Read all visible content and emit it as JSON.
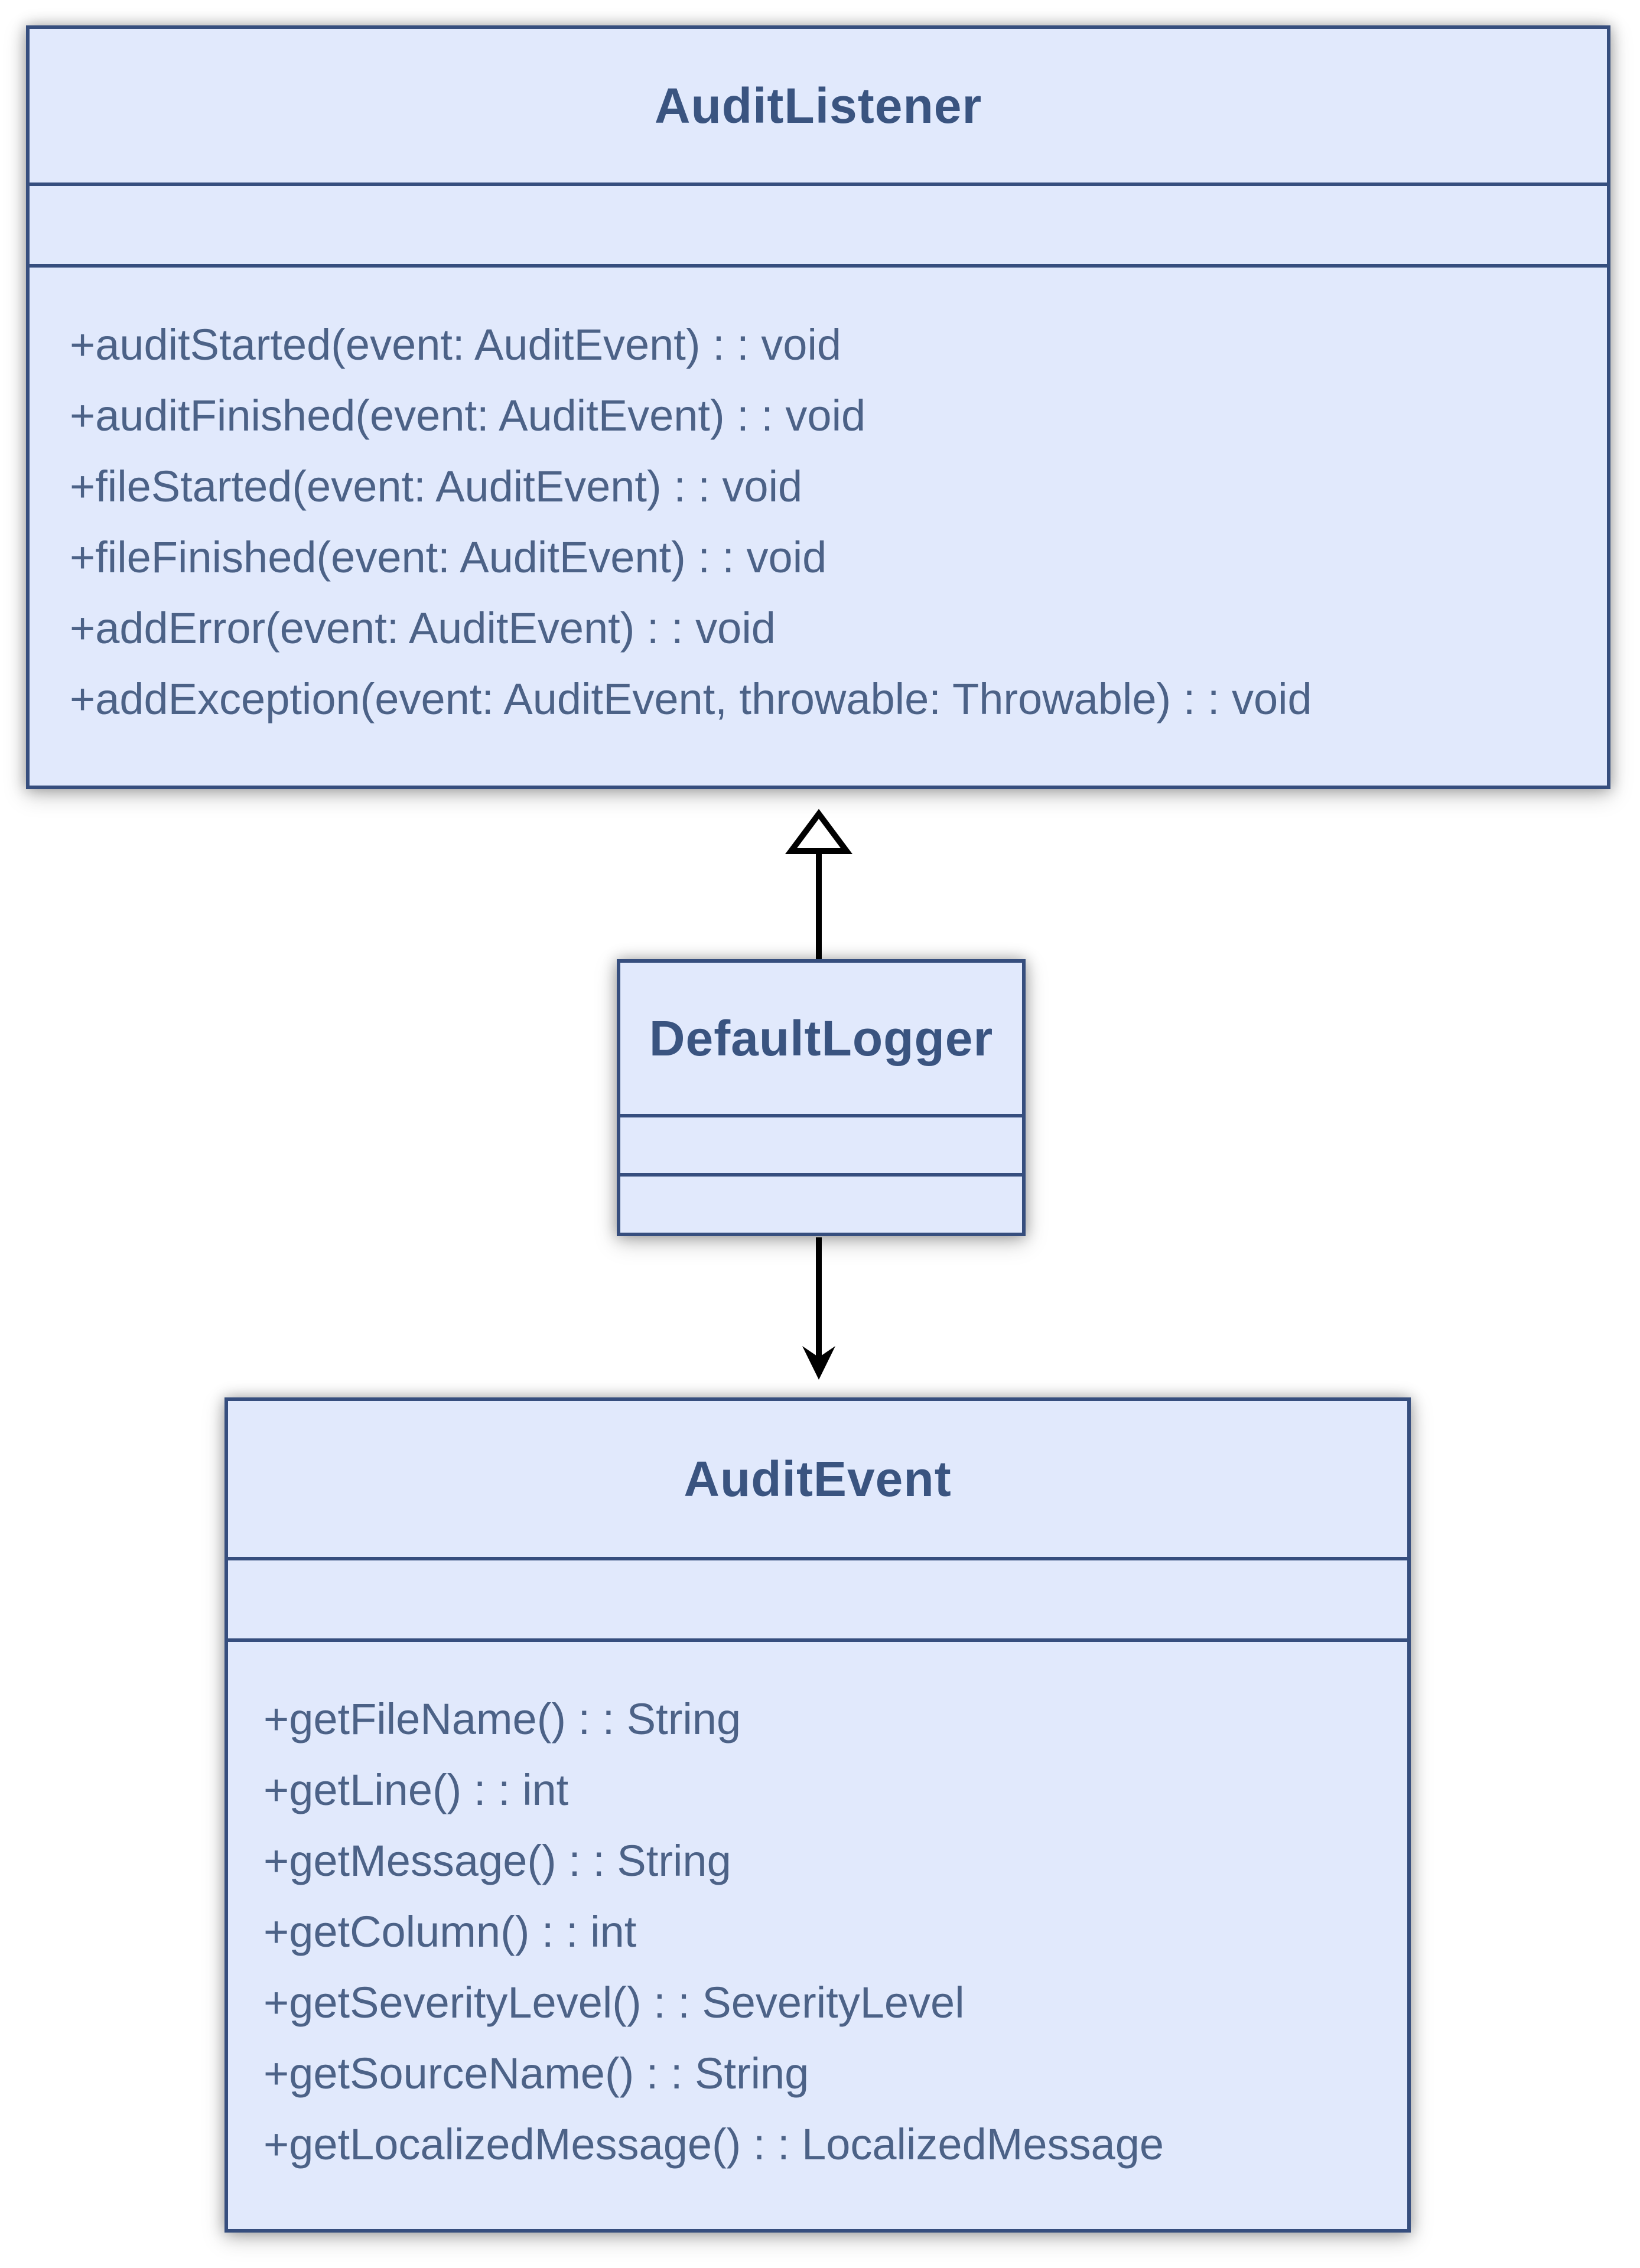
{
  "diagram": {
    "type": "uml-class-diagram",
    "classes": [
      {
        "name": "AuditListener",
        "attributes": [],
        "operations": [
          "+auditStarted(event: AuditEvent) : : void",
          "+auditFinished(event: AuditEvent) : : void",
          "+fileStarted(event: AuditEvent) : : void",
          "+fileFinished(event: AuditEvent) : : void",
          "+addError(event: AuditEvent) : : void",
          "+addException(event: AuditEvent, throwable: Throwable) : : void"
        ]
      },
      {
        "name": "DefaultLogger",
        "attributes": [],
        "operations": []
      },
      {
        "name": "AuditEvent",
        "attributes": [],
        "operations": [
          "+getFileName() : : String",
          "+getLine() : : int",
          "+getMessage() : : String",
          "+getColumn() : : int",
          "+getSeverityLevel() : : SeverityLevel",
          "+getSourceName() : : String",
          "+getLocalizedMessage() : : LocalizedMessage"
        ]
      }
    ],
    "relationships": [
      {
        "from": "DefaultLogger",
        "to": "AuditListener",
        "type": "realization",
        "arrowhead": "hollow-triangle"
      },
      {
        "from": "DefaultLogger",
        "to": "AuditEvent",
        "type": "directed-association",
        "arrowhead": "filled-barb"
      }
    ],
    "colors": {
      "background": "#ffffff",
      "box_fill": "#e1e9fc",
      "box_border": "#364e7e",
      "title_text": "#3a5480",
      "member_text": "#4c6287",
      "arrow": "#000000"
    }
  }
}
